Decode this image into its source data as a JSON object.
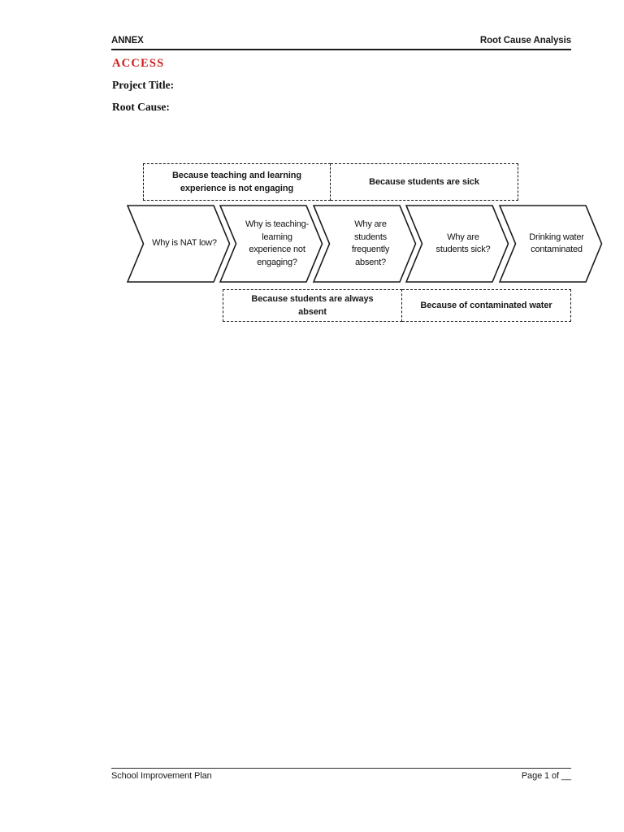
{
  "header": {
    "left": "ANNEX",
    "right": "Root Cause Analysis"
  },
  "headings": {
    "access": "ACCESS",
    "project_title": "Project Title:",
    "root_cause": "Root Cause:"
  },
  "diagram": {
    "top_boxes": [
      {
        "label": "Because teaching and learning experience is not engaging"
      },
      {
        "label": "Because students are sick"
      }
    ],
    "chevrons": [
      {
        "label": "Why is NAT low?"
      },
      {
        "label": "Why is teaching-learning experience not engaging?"
      },
      {
        "label": "Why are students frequently absent?"
      },
      {
        "label": "Why are students sick?"
      },
      {
        "label": "Drinking water contaminated"
      }
    ],
    "bottom_boxes": [
      {
        "label": "Because students are always absent"
      },
      {
        "label": "Because of contaminated water"
      }
    ]
  },
  "footer": {
    "left": "School Improvement Plan",
    "right": "Page 1 of __"
  },
  "colors": {
    "accent_red": "#cc1e1e",
    "ink": "#1a1a1a"
  }
}
